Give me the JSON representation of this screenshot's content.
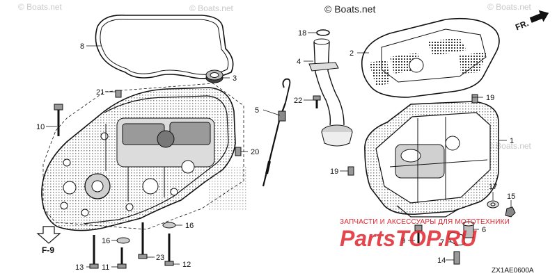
{
  "watermark": {
    "text": "© Boats.net",
    "main_text": "© Boats.net"
  },
  "direction": {
    "label": "FR."
  },
  "ref_label": "F-9",
  "diagram_code": "ZX1AE0600A",
  "brand": {
    "subtitle": "ЗАПЧАСТИ И АКСЕССУАРЫ ДЛЯ МОТОТЕХНИКИ",
    "logo_text": "PartsTOP.RU"
  },
  "callouts": {
    "c1": "1",
    "c2": "2",
    "c3": "3",
    "c4": "4",
    "c5": "5",
    "c6": "6",
    "c7": "7",
    "c8": "8",
    "c9": "9",
    "c10": "10",
    "c11": "11",
    "c12": "12",
    "c13": "13",
    "c14": "14",
    "c15": "15",
    "c16a": "16",
    "c16b": "16",
    "c17": "17",
    "c18": "18",
    "c19a": "19",
    "c19b": "19",
    "c20": "20",
    "c21": "21",
    "c22": "22",
    "c23": "23"
  },
  "colors": {
    "brand_red": "#e0262e",
    "line": "#111111",
    "watermark": "#c8c8c8"
  }
}
